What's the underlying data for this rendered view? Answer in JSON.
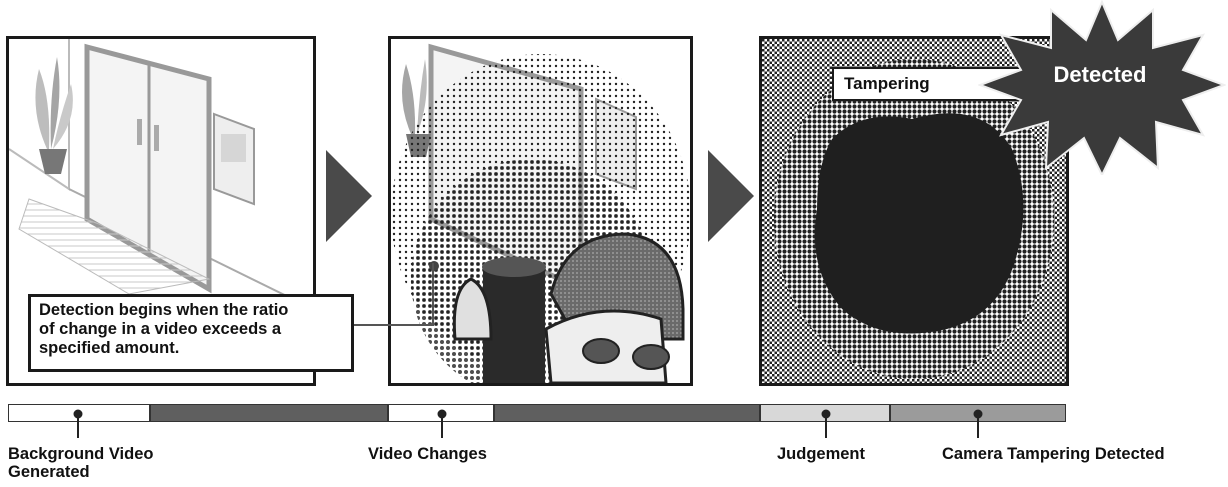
{
  "callout": {
    "line1": "Detection begins when the ratio",
    "line2": "of change in a video exceeds a",
    "line3": "specified amount."
  },
  "result": {
    "tag_label": "Tampering",
    "burst_label": "Detected"
  },
  "timeline": {
    "labels": [
      {
        "line1": "Background Video",
        "line2": "Generated"
      },
      {
        "line1": "Video Changes",
        "line2": ""
      },
      {
        "line1": "Judgement",
        "line2": ""
      },
      {
        "line1": "Camera Tampering Detected",
        "line2": ""
      }
    ],
    "segment_colors": [
      "#ffffff",
      "#5f5f5f",
      "#ffffff",
      "#5f5f5f",
      "#d8d8d8",
      "#9b9b9b"
    ]
  },
  "colors": {
    "outline": "#1a1a1a",
    "arrow": "#4a4a4a",
    "dark_fill": "#222222"
  }
}
